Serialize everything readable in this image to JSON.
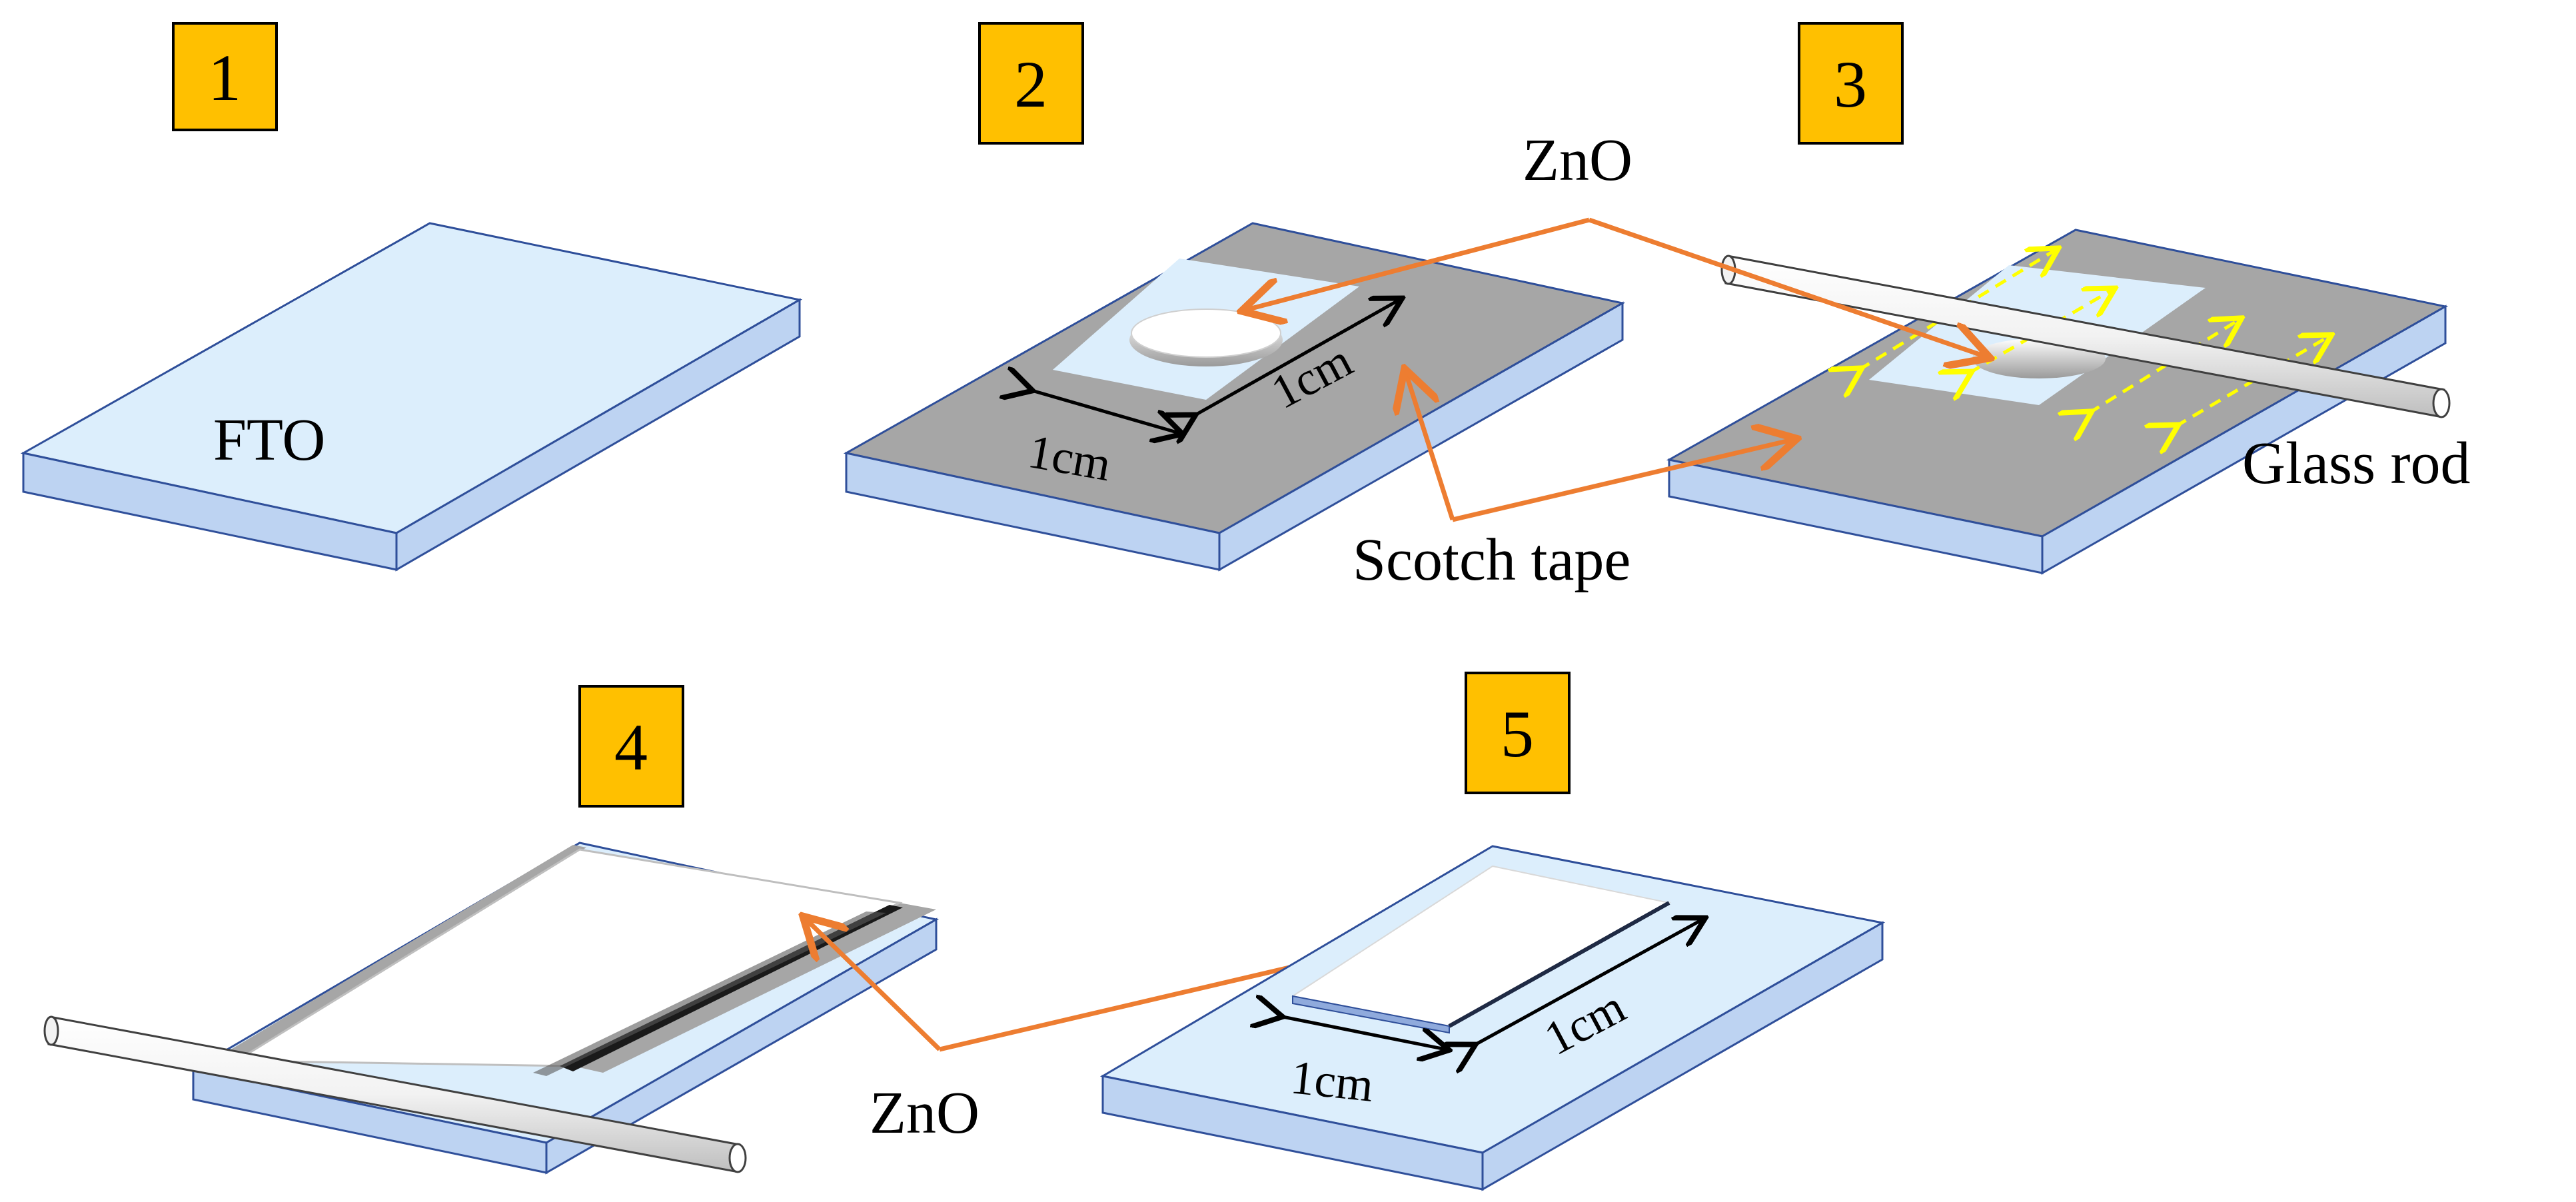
{
  "steps": [
    {
      "number": "1",
      "substrate_label": "FTO"
    },
    {
      "number": "2",
      "dim_short": "1cm",
      "dim_long": "1cm"
    },
    {
      "number": "3"
    },
    {
      "number": "4"
    },
    {
      "number": "5",
      "dim_short": "1cm",
      "dim_long": "1cm"
    }
  ],
  "annotations": {
    "zno_top": "ZnO",
    "zno_bottom": "ZnO",
    "scotch_tape": "Scotch tape",
    "glass_rod": "Glass rod"
  },
  "colors": {
    "badge_fill": "#FFC000",
    "badge_border": "#000000",
    "glass_top": "#DCEEFC",
    "glass_side": "#BDD3F2",
    "glass_edge": "#2F4F9A",
    "tape": "#A6A6A6",
    "arrow_orange": "#ED7D31",
    "arrow_yellow": "#FFFF00"
  }
}
